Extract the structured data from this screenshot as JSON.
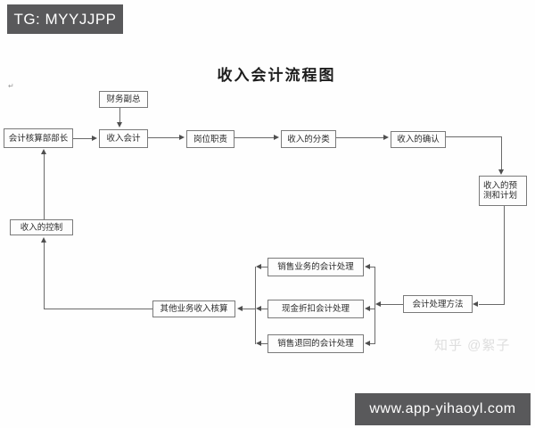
{
  "banners": {
    "top_left": "TG: MYYJJPP",
    "bottom_right": "www.app-yihaoyl.com"
  },
  "title": "收入会计流程图",
  "watermark": "知乎 @絮子",
  "decorations": {
    "return_mark": "↵"
  },
  "nodes": {
    "cfo": "财务副总",
    "dept_head": "会计核算部部长",
    "revenue_accountant": "收入会计",
    "job_duties": "岗位职责",
    "revenue_classification": "收入的分类",
    "revenue_recognition": "收入的确认",
    "revenue_forecast_plan": "收入的预测和计划",
    "revenue_control": "收入的控制",
    "sales_business_accounting": "销售业务的会计处理",
    "cash_discount_accounting": "现金折扣会计处理",
    "sales_return_accounting": "销售退回的会计处理",
    "other_business_revenue": "其他业务收入核算",
    "accounting_method": "会计处理方法"
  },
  "colors": {
    "banner_bg": "#59595b",
    "line": "#6a6a6a",
    "box_border": "#7a7a7a",
    "watermark": "#dedede"
  }
}
